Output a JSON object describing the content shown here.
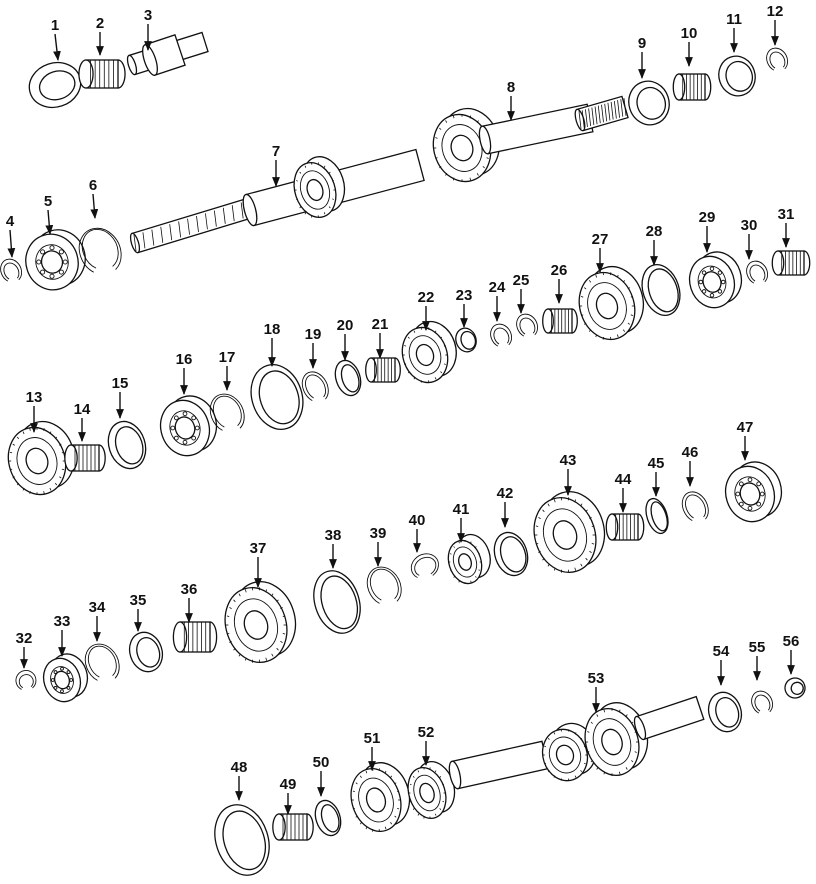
{
  "diagram": {
    "callouts": [
      "1",
      "2",
      "3",
      "4",
      "5",
      "6",
      "7",
      "8",
      "9",
      "10",
      "11",
      "12",
      "13",
      "14",
      "15",
      "16",
      "17",
      "18",
      "19",
      "20",
      "21",
      "22",
      "23",
      "24",
      "25",
      "26",
      "27",
      "28",
      "29",
      "30",
      "31",
      "32",
      "33",
      "34",
      "35",
      "36",
      "37",
      "38",
      "39",
      "40",
      "41",
      "42",
      "43",
      "44",
      "45",
      "46",
      "47",
      "48",
      "49",
      "50",
      "51",
      "52",
      "53",
      "54",
      "55",
      "56"
    ]
  }
}
